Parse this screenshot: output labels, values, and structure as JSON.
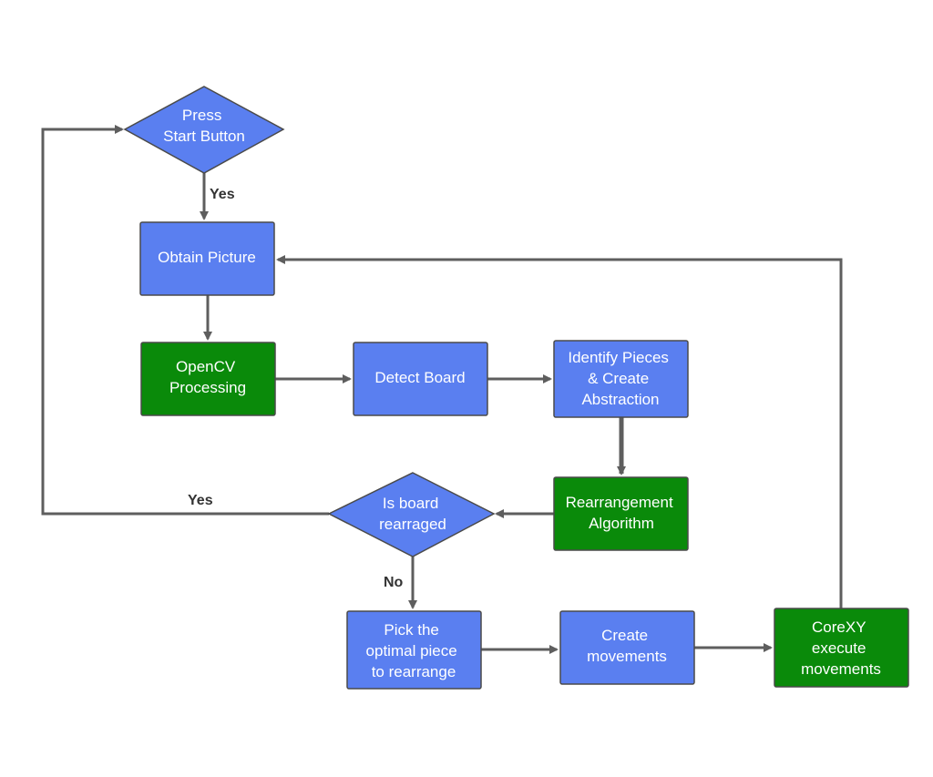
{
  "colors": {
    "process_blue": "#5a7ff0",
    "process_green": "#0a8a0a",
    "node_border": "#4a4a4a",
    "arrow": "#5e5e5e",
    "label_text": "#333333"
  },
  "nodes": {
    "press_start": {
      "lines": [
        "Press",
        "Start Button"
      ],
      "shape": "diamond"
    },
    "obtain_picture": {
      "lines": [
        "Obtain Picture"
      ],
      "shape": "rect"
    },
    "opencv": {
      "lines": [
        "OpenCV",
        "Processing"
      ],
      "shape": "rect"
    },
    "detect_board": {
      "lines": [
        "Detect Board"
      ],
      "shape": "rect"
    },
    "identify_pieces": {
      "lines": [
        "Identify Pieces",
        "& Create",
        "Abstraction"
      ],
      "shape": "rect"
    },
    "rearrangement": {
      "lines": [
        "Rearrangement",
        "Algorithm"
      ],
      "shape": "rect"
    },
    "is_board": {
      "lines": [
        "Is board",
        "rearraged"
      ],
      "shape": "diamond"
    },
    "pick_piece": {
      "lines": [
        "Pick the",
        "optimal piece",
        "to rearrange"
      ],
      "shape": "rect"
    },
    "create_movements": {
      "lines": [
        "Create",
        "movements"
      ],
      "shape": "rect"
    },
    "corexy": {
      "lines": [
        "CoreXY",
        "execute",
        "movements"
      ],
      "shape": "rect"
    }
  },
  "edge_labels": {
    "start_yes": "Yes",
    "board_yes": "Yes",
    "board_no": "No"
  }
}
